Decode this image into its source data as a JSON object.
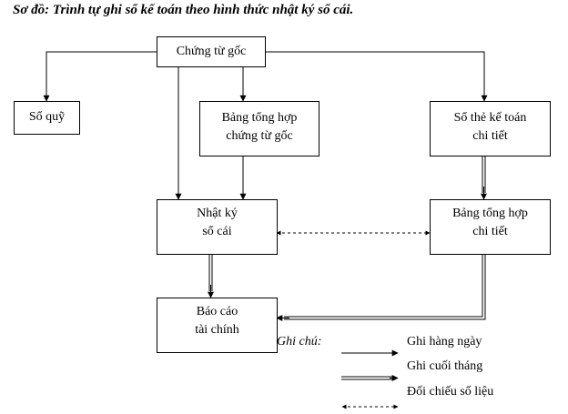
{
  "title": "Sơ đồ: Trình tự ghi sổ kế toán theo hình thức nhật ký sổ cái.",
  "nodes": {
    "chung_tu_goc": {
      "lines": [
        "Chứng từ gốc"
      ]
    },
    "so_quy": {
      "lines": [
        "Sổ quỹ"
      ]
    },
    "bang_tong_hop_chung_tu_goc": {
      "lines": [
        "Bảng tổng hợp",
        "chứng từ gốc"
      ]
    },
    "so_the_ke_toan_chi_tiet": {
      "lines": [
        "Sổ thẻ kế toán",
        "chi tiết"
      ]
    },
    "nhat_ky_so_cai": {
      "lines": [
        "Nhật ký",
        "sổ cái"
      ]
    },
    "bang_tong_hop_chi_tiet": {
      "lines": [
        "Bảng tổng hợp",
        "chi tiết"
      ]
    },
    "bao_cao_tai_chinh": {
      "lines": [
        "Báo cáo",
        "tài chính"
      ]
    }
  },
  "edges": [
    {
      "from": "chung_tu_goc",
      "to": "so_quy",
      "type": "daily"
    },
    {
      "from": "chung_tu_goc",
      "to": "bang_tong_hop_chung_tu_goc",
      "type": "daily"
    },
    {
      "from": "chung_tu_goc",
      "to": "so_the_ke_toan_chi_tiet",
      "type": "daily"
    },
    {
      "from": "chung_tu_goc",
      "to": "nhat_ky_so_cai",
      "type": "daily"
    },
    {
      "from": "bang_tong_hop_chung_tu_goc",
      "to": "nhat_ky_so_cai",
      "type": "daily"
    },
    {
      "from": "so_the_ke_toan_chi_tiet",
      "to": "bang_tong_hop_chi_tiet",
      "type": "monthly"
    },
    {
      "from": "nhat_ky_so_cai",
      "to": "bao_cao_tai_chinh",
      "type": "monthly"
    },
    {
      "from": "bang_tong_hop_chi_tiet",
      "to": "bao_cao_tai_chinh",
      "type": "monthly"
    },
    {
      "from": "nhat_ky_so_cai",
      "to": "bang_tong_hop_chi_tiet",
      "type": "reconcile"
    }
  ],
  "legend": {
    "title": "Ghi chú:",
    "items": [
      {
        "type": "daily",
        "label": "Ghi hàng ngày"
      },
      {
        "type": "monthly",
        "label": "Ghi cuối tháng"
      },
      {
        "type": "reconcile",
        "label": "Đối chiếu số liệu"
      }
    ]
  }
}
